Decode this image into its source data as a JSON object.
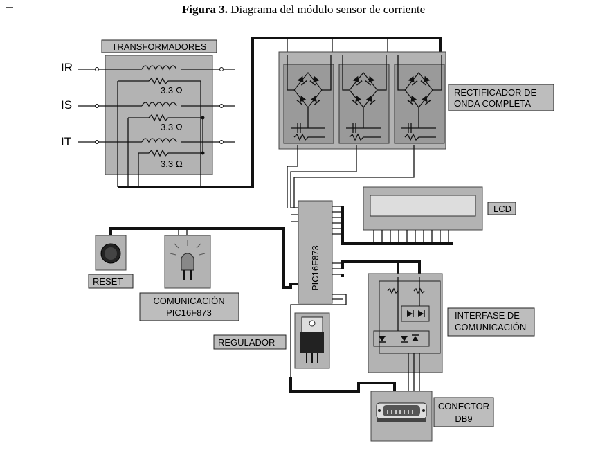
{
  "caption": {
    "bold": "Figura 3.",
    "text": "Diagrama del módulo sensor de corriente"
  },
  "labels": {
    "transformadores": "TRANSFORMADORES",
    "ir": "IR",
    "is": "IS",
    "it": "IT",
    "r1": "3.3",
    "r2": "3.3",
    "r3": "3.3",
    "ohm": "Ω",
    "rectificador_1": "RECTIFICADOR DE",
    "rectificador_2": "ONDA COMPLETA",
    "lcd": "LCD",
    "pic": "PIC16F873",
    "reset": "RESET",
    "comunicacion_1": "COMUNICACIÓN",
    "comunicacion_2": "PIC16F873",
    "regulador": "REGULADOR",
    "interfase_1": "INTERFASE DE",
    "interfase_2": "COMUNICACIÓN",
    "conector_1": "CONECTOR",
    "conector_2": "DB9"
  }
}
